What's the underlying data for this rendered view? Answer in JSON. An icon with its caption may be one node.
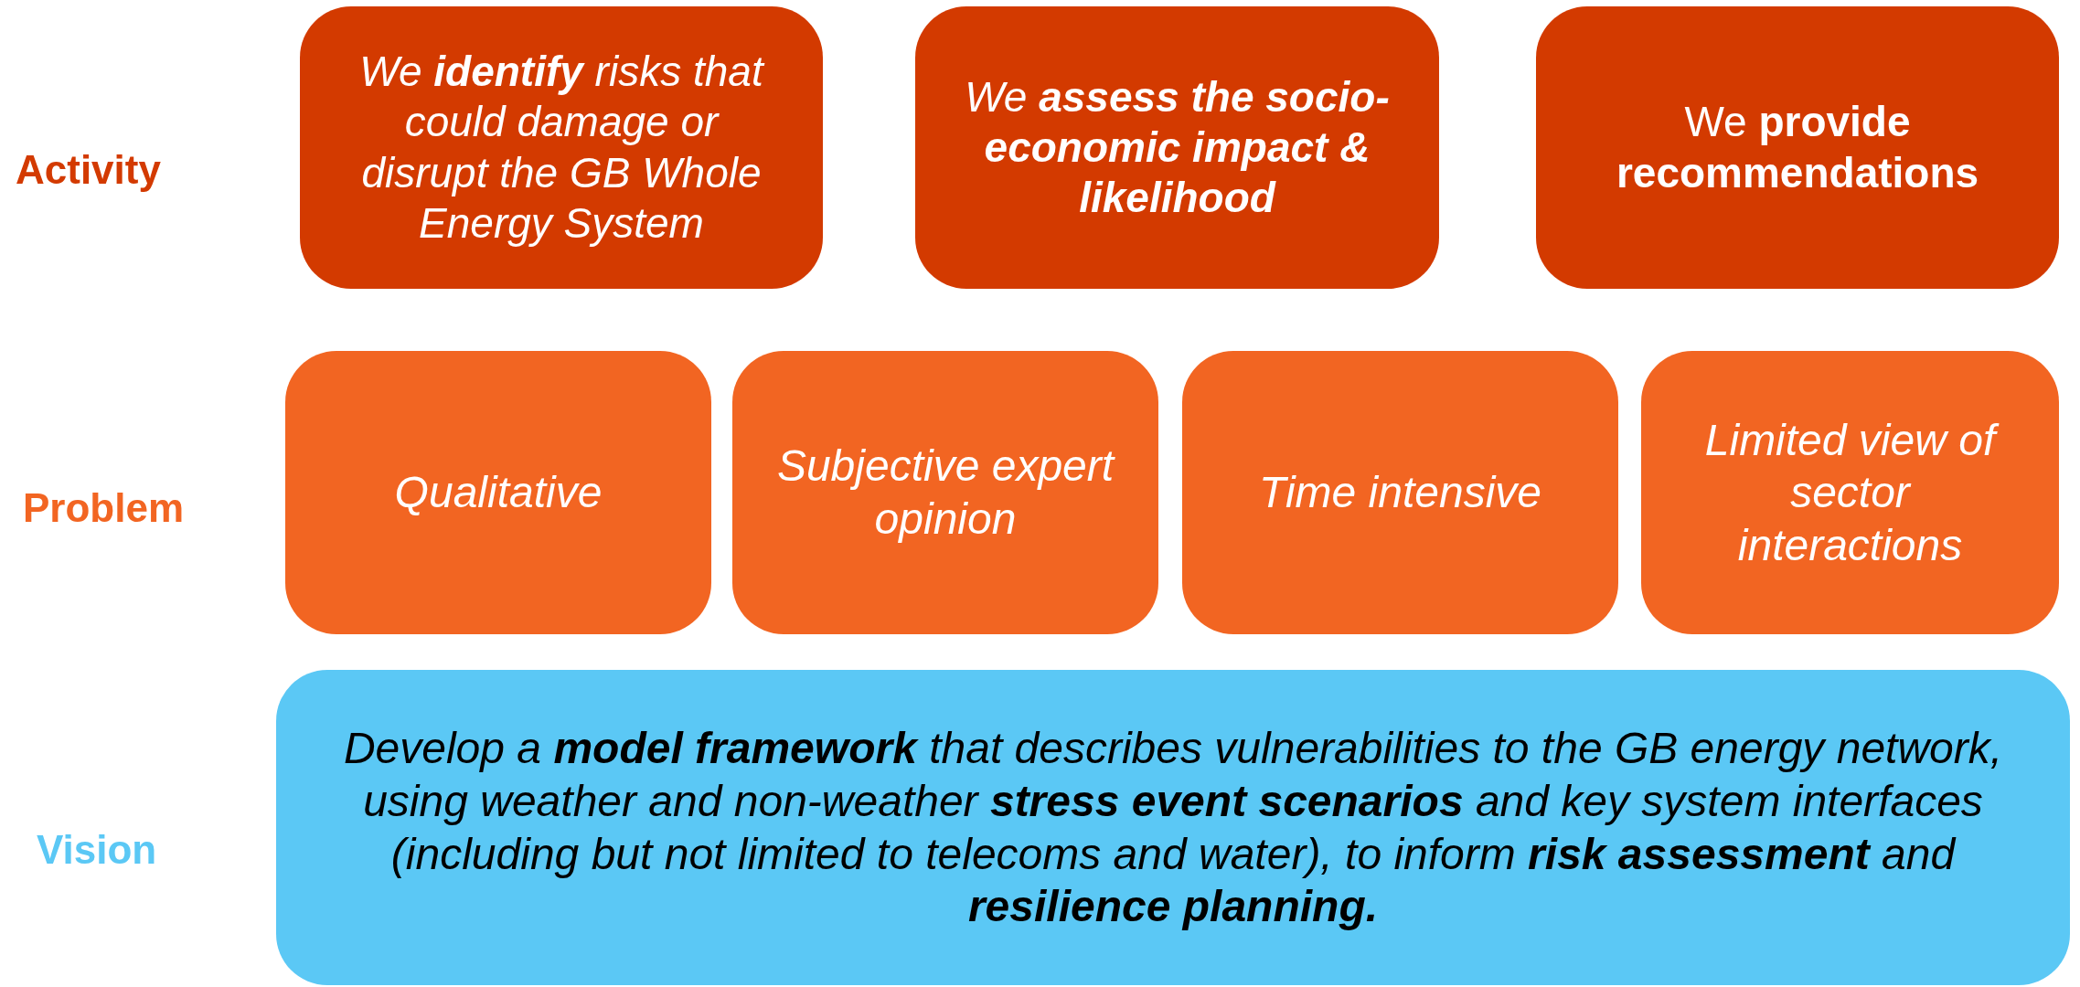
{
  "diagram": {
    "nodes": [
      {
        "text": [
          "We **identify** risks that could damage or disrupt the GB Whole Energy System"
        ]
      },
      {
        "text": [
          "We **assess the socio-economic impact & likelihood**"
        ]
      },
      {
        "text": [
          "We **provide recommendations**"
        ]
      },
      {
        "text": [
          "Qualitative"
        ]
      },
      {
        "text": [
          "Subjective expert opinion"
        ]
      },
      {
        "text": [
          "Time intensive"
        ]
      },
      {
        "text": [
          "Limited view of sector interactions"
        ]
      },
      {
        "text": [
          "Develop a **model framework** that describes vulnerabilities to the GB energy network, using weather and non-weather **stress event scenarios** and key system interfaces (including but not limited to telecoms and water), to inform **risk assessment** and **resilience planning.**"
        ]
      }
    ],
    "edges": [],
    "labels": [
      "Activity",
      "Problem",
      "Vision"
    ]
  }
}
